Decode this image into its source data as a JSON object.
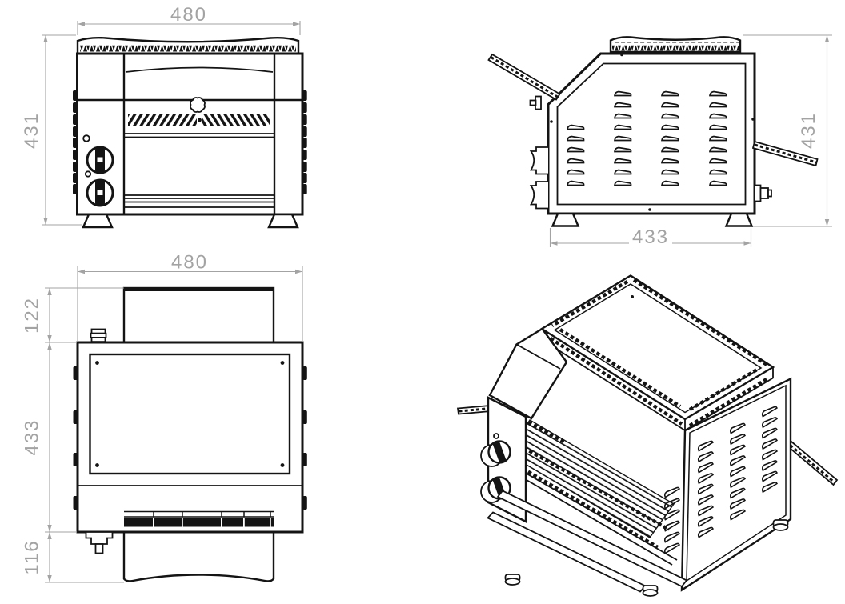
{
  "drawing": {
    "colors": {
      "line": "#141414",
      "dimension": "#a3a3a3",
      "background": "#ffffff"
    },
    "views": {
      "front": {
        "dims": {
          "width": "480",
          "height": "431"
        }
      },
      "side": {
        "dims": {
          "depth": "433",
          "height": "431"
        }
      },
      "top": {
        "dims": {
          "width": "480",
          "infeed_extension": "122",
          "body_depth": "433",
          "outfeed_extension": "116"
        }
      }
    }
  }
}
